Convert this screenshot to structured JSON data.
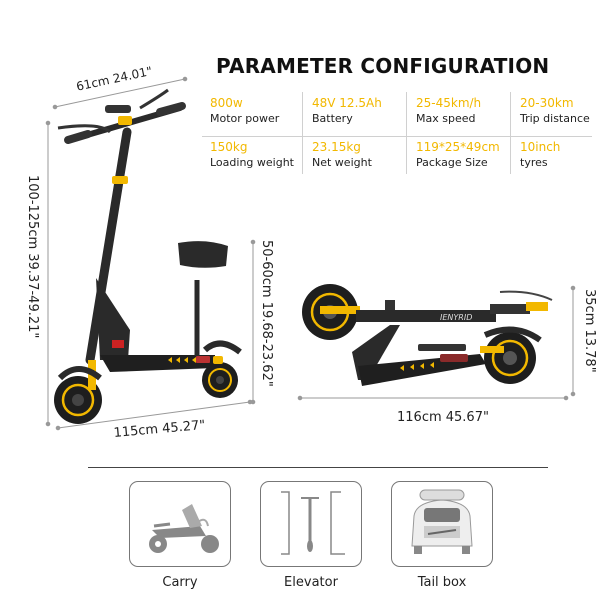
{
  "header": {
    "title": "PARAMETER CONFIGURATION"
  },
  "specs": [
    {
      "value": "800w",
      "label": "Motor power"
    },
    {
      "value": "48V 12.5Ah",
      "label": "Battery"
    },
    {
      "value": "25-45km/h",
      "label": "Max speed"
    },
    {
      "value": "20-30km",
      "label": "Trip distance"
    },
    {
      "value": "150kg",
      "label": "Loading weight"
    },
    {
      "value": "23.15kg",
      "label": "Net weight"
    },
    {
      "value": "119*25*49cm",
      "label": "Package Size"
    },
    {
      "value": "10inch",
      "label": "tyres"
    }
  ],
  "dimensions": {
    "handlebar_width": "61cm 24.01\"",
    "height": "100-125cm 39.37-49.21\"",
    "seat_height": "50-60cm 19.68-23.62\"",
    "length": "115cm 45.27\"",
    "folded_height": "35cm 13.78\"",
    "folded_length": "116cm 45.67\""
  },
  "brand": "IENYRID",
  "colors": {
    "accent": "#f2b800",
    "text": "#1a1a1a",
    "frame": "#2a2a2a"
  },
  "features": [
    {
      "label": "Carry",
      "icon": "carry-icon"
    },
    {
      "label": "Elevator",
      "icon": "elevator-icon"
    },
    {
      "label": "Tail box",
      "icon": "tail-box-icon"
    }
  ]
}
